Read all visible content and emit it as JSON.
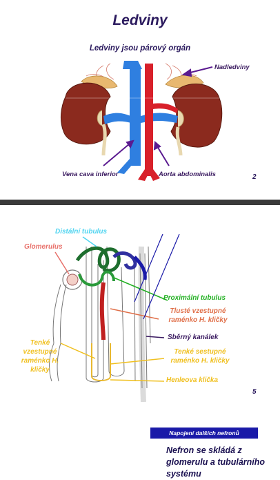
{
  "slide1": {
    "title": "Ledviny",
    "subtitle": "Ledviny jsou párový orgán",
    "labels": {
      "adrenal": "Nadledviny",
      "vena_cava": "Vena cava inferior",
      "aorta": "Aorta abdominalis"
    },
    "page_number": "2"
  },
  "slide2": {
    "box_label": "Napojení dalších nefronů",
    "description": "Nefron se skládá z glomerulu a tubulárního systému",
    "labels": {
      "distal": "Distální tubulus",
      "glomerulus": "Glomerulus",
      "proximal": "Proximální tubulus",
      "thick_ascending": "Tlusté vzestupné raménko H. kličky",
      "collecting": "Sběrný kanálek",
      "thin_ascending": "Tenké vzestupné raménko H. kličky",
      "thin_descending": "Tenké sestupné raménko H. kličky",
      "henle": "Henleova klička"
    },
    "page_number": "5"
  },
  "colors": {
    "title": "#2b1a5e",
    "vein_blue": "#2f7fe0",
    "aorta_red": "#d8202a",
    "kidney": "#8b2a1e",
    "distal_cyan": "#4fd4f0",
    "glomerulus_salmon": "#e8706a",
    "proximal_green": "#22b022",
    "thick_orange": "#e0704a",
    "thin_yellow": "#f0c020",
    "navy_box": "#1a1aa8"
  }
}
